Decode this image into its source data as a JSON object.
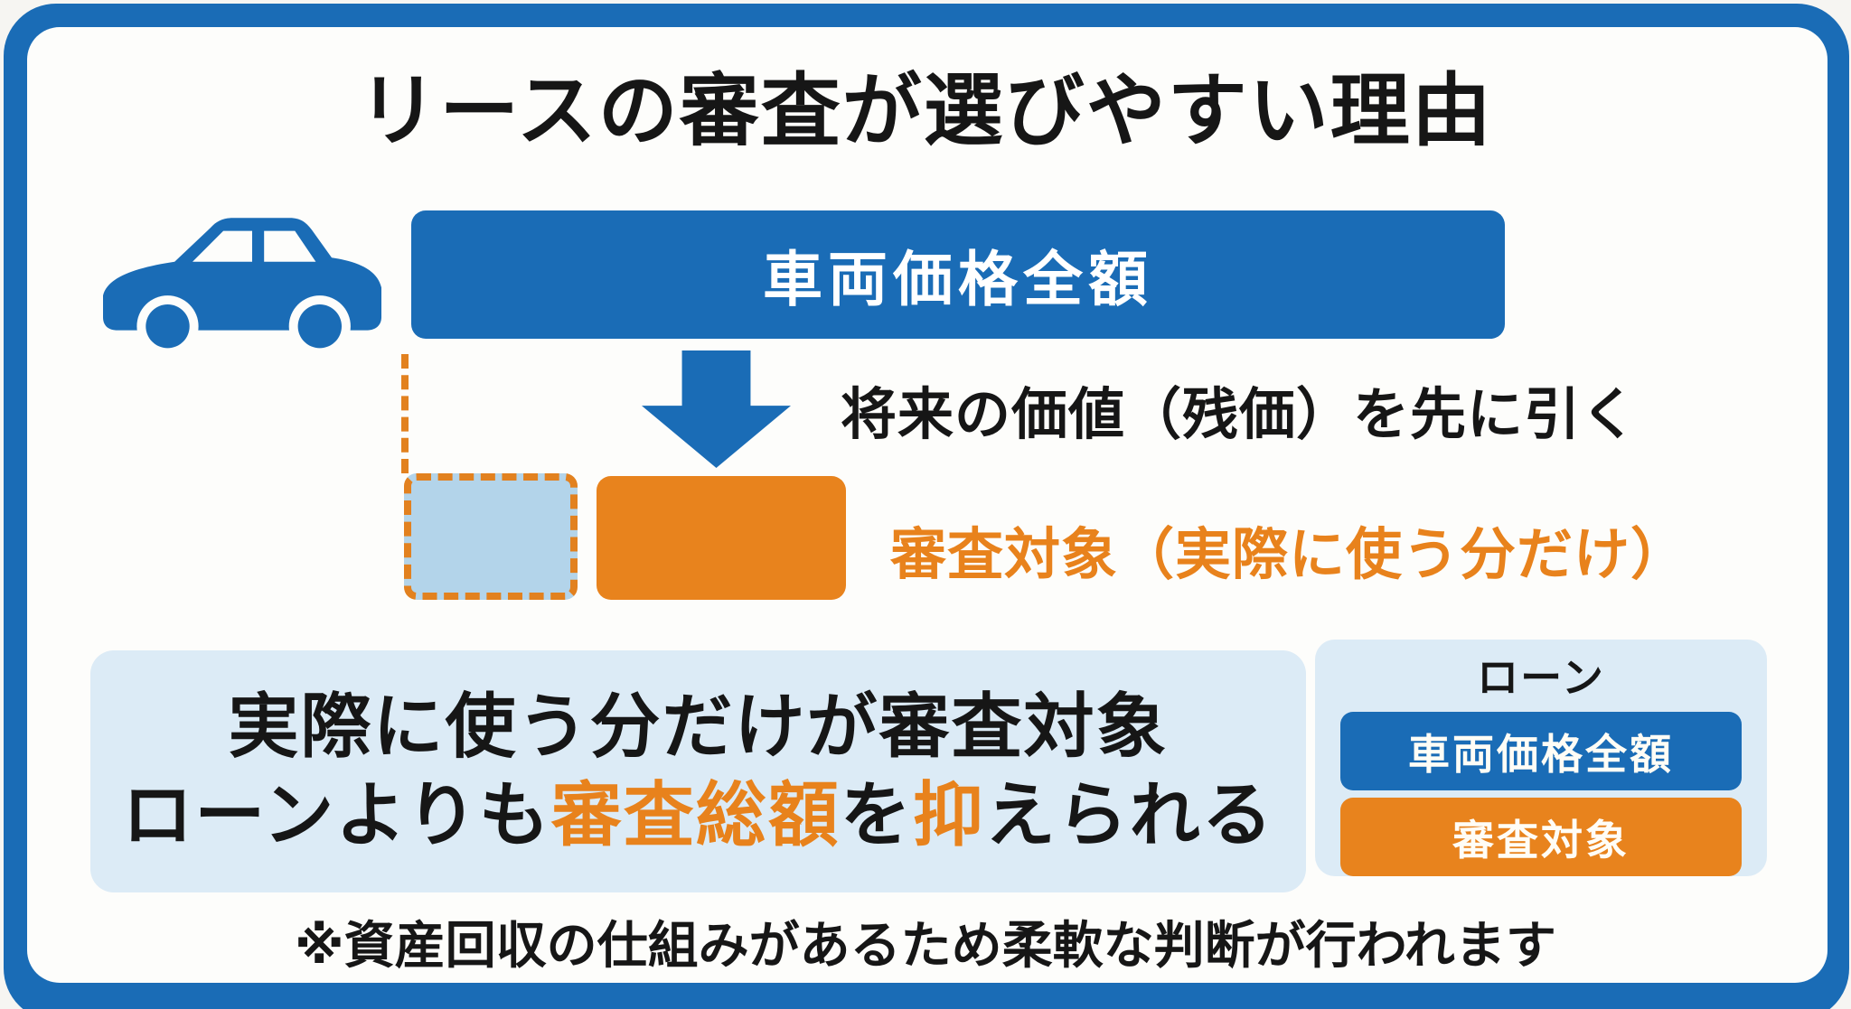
{
  "colors": {
    "brand_blue": "#1a6cb6",
    "accent_orange": "#e8831d",
    "panel_light_blue": "#dcebf6",
    "ghost_fill_blue": "#b3d4ea",
    "text_black": "#161616",
    "text_orange": "#e8821c"
  },
  "title": "リースの審査が選びやすい理由",
  "icons": {
    "car": "car-icon",
    "arrow": "arrow-down-icon"
  },
  "lease_flow": {
    "full_price_label": "車両価格全額",
    "deduction_note": "将来の価値（残価）を先に引く",
    "screening_note": "審査対象（実際に使う分だけ）"
  },
  "summary_panel": {
    "line1": "実際に使う分だけが審査対象",
    "line2_parts": [
      {
        "text": "ローンよりも",
        "tone": "black"
      },
      {
        "text": "審査総額",
        "tone": "orange"
      },
      {
        "text": "を",
        "tone": "black"
      },
      {
        "text": "抑",
        "tone": "orange"
      },
      {
        "text": "えられる",
        "tone": "black"
      }
    ]
  },
  "loan_panel": {
    "heading": "ローン",
    "full_price_label": "車両価格全額",
    "screening_label": "審査対象"
  },
  "footnote": "※資産回収の仕組みがあるため柔軟な判断が行われます"
}
